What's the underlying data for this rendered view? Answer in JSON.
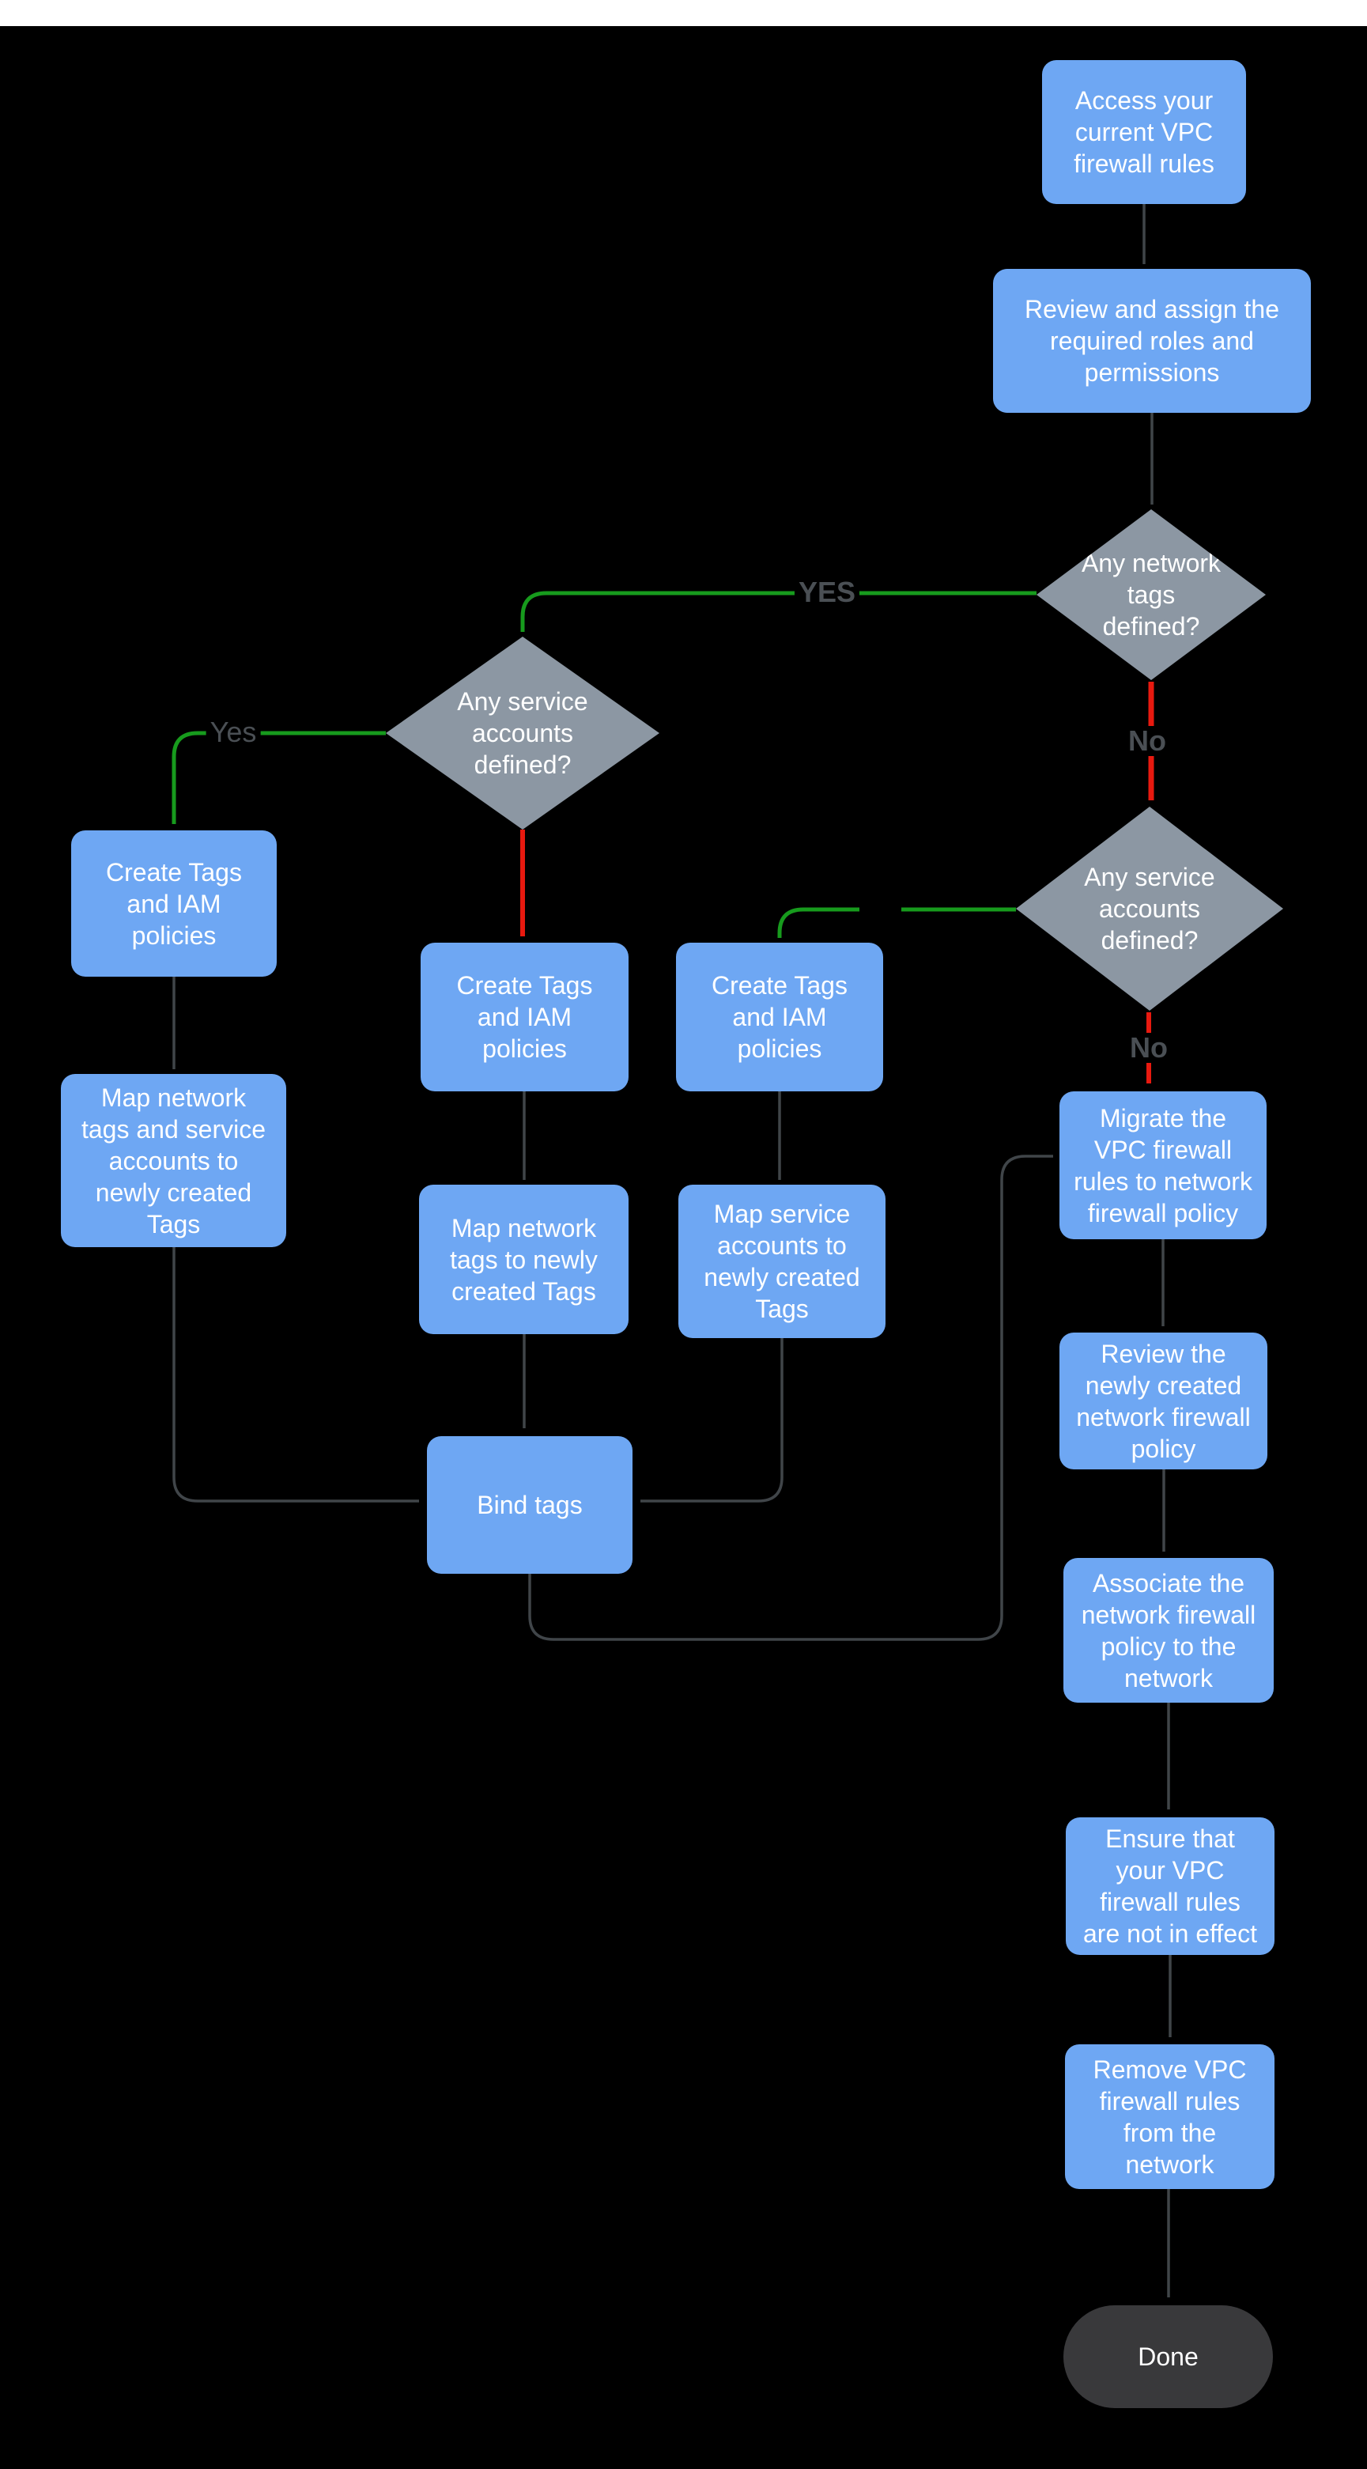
{
  "colors": {
    "background": "#000000",
    "top_bar": "#ffffff",
    "node_blue": "#6ea7f3",
    "node_gray": "#8c97a3",
    "terminator": "#39393b",
    "edge_gray": "#404549",
    "edge_green": "#179b1d",
    "edge_red": "#e8190f",
    "label_gray": "#4a4f54",
    "node_text": "#ffffff"
  },
  "nodes": [
    {
      "id": "access",
      "type": "process",
      "label": "Access your current VPC firewall rules"
    },
    {
      "id": "review-roles",
      "type": "process",
      "label": "Review and assign the required roles and permissions"
    },
    {
      "id": "network-tags",
      "type": "decision",
      "label": "Any network tags defined?"
    },
    {
      "id": "svc-acct-left",
      "type": "decision",
      "label": "Any service accounts defined?"
    },
    {
      "id": "svc-acct-right",
      "type": "decision",
      "label": "Any service accounts defined?"
    },
    {
      "id": "create-left",
      "type": "process",
      "label": "Create Tags and IAM policies"
    },
    {
      "id": "create-mid",
      "type": "process",
      "label": "Create Tags and IAM policies"
    },
    {
      "id": "create-right",
      "type": "process",
      "label": "Create Tags and IAM policies"
    },
    {
      "id": "map-left",
      "type": "process",
      "label": "Map network tags and service accounts to newly created Tags"
    },
    {
      "id": "map-mid",
      "type": "process",
      "label": "Map network tags to newly created Tags"
    },
    {
      "id": "map-right",
      "type": "process",
      "label": "Map service accounts  to newly created Tags"
    },
    {
      "id": "bind-tags",
      "type": "process",
      "label": "Bind tags"
    },
    {
      "id": "migrate",
      "type": "process",
      "label": "Migrate the VPC firewall rules to network firewall policy"
    },
    {
      "id": "review-policy",
      "type": "process",
      "label": "Review the newly created network firewall policy"
    },
    {
      "id": "associate",
      "type": "process",
      "label": "Associate the network firewall policy to the network"
    },
    {
      "id": "ensure",
      "type": "process",
      "label": "Ensure that your VPC firewall rules are not in effect"
    },
    {
      "id": "remove",
      "type": "process",
      "label": "Remove  VPC firewall rules from the network"
    },
    {
      "id": "done",
      "type": "terminator",
      "label": "Done"
    }
  ],
  "edge_labels": [
    {
      "id": "yes-upper",
      "text": "YES"
    },
    {
      "id": "yes-lower",
      "text": "Yes"
    },
    {
      "id": "no-upper",
      "text": "No"
    },
    {
      "id": "no-lower",
      "text": "No"
    }
  ]
}
